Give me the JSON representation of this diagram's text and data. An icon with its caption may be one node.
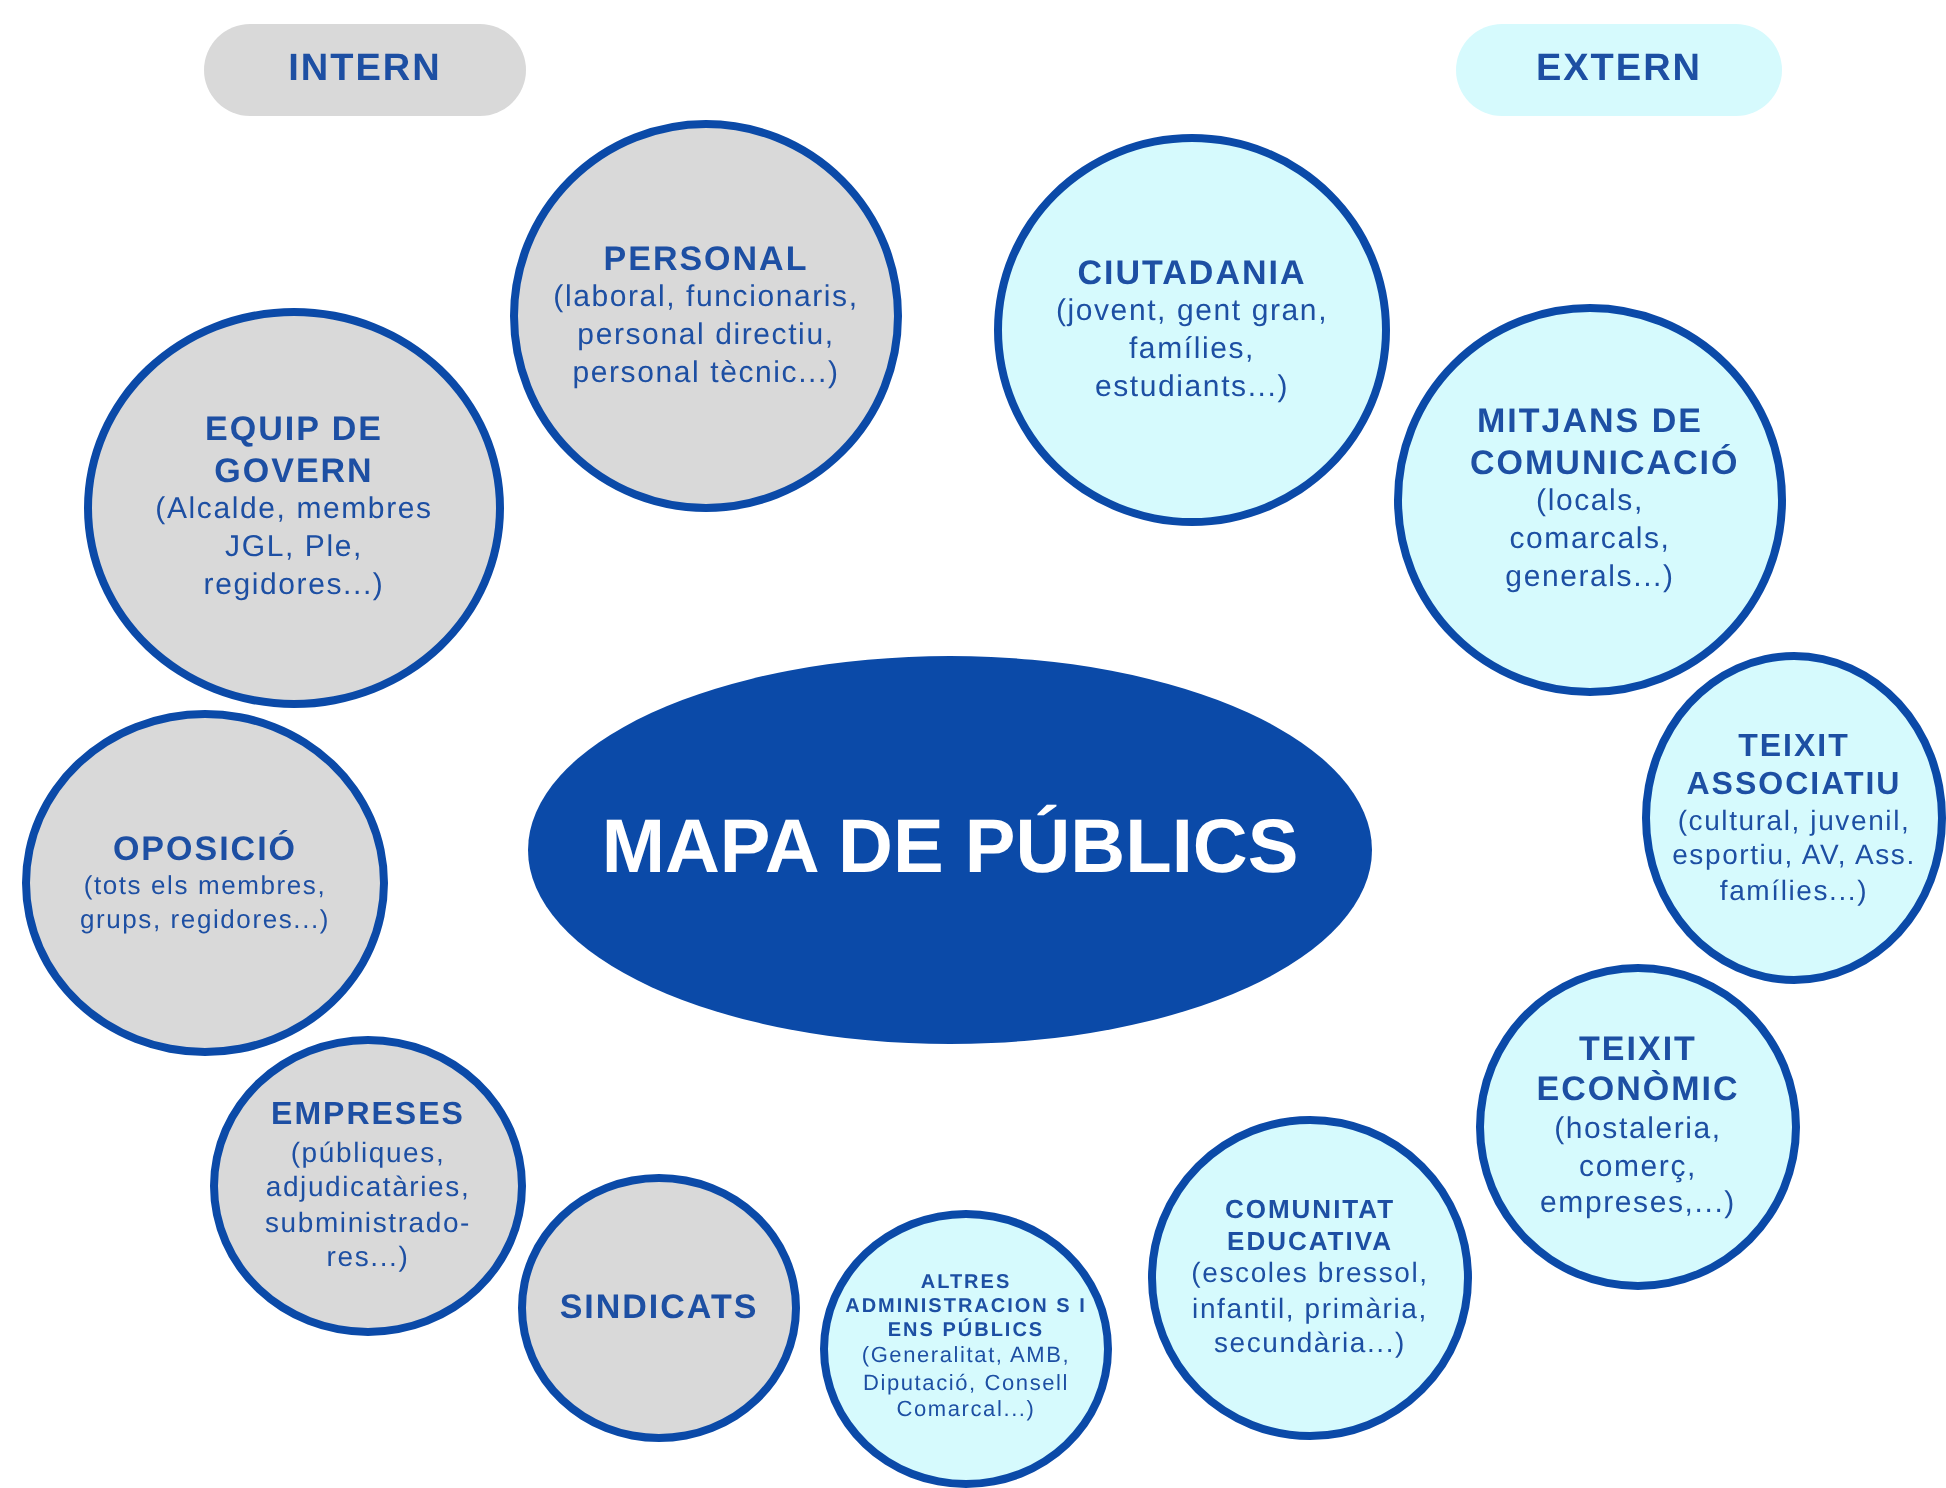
{
  "diagram": {
    "nodes": [
      {
        "text": [
          "INTERN"
        ]
      },
      {
        "text": [
          "EXTERN"
        ]
      },
      {
        "text": [
          "PERSONAL",
          "(laboral, funcionaris, personal directiu, personal tècnic...)"
        ]
      },
      {
        "text": [
          "CIUTADANIA",
          "(jovent, gent gran, famílies, estudiants...)"
        ]
      },
      {
        "text": [
          "EQUIP DE GOVERN",
          "(Alcalde, membres JGL, Ple, regidores...)"
        ]
      },
      {
        "text": [
          "MITJANS DE COMUNICACIÓ",
          "(locals, comarcals, generals...)"
        ]
      },
      {
        "text": [
          "MAPA DE PÚBLICS"
        ]
      },
      {
        "text": [
          "OPOSICIÓ",
          "(tots els membres, grups, regidores...)"
        ]
      },
      {
        "text": [
          "TEIXIT ASSOCIATIU",
          "(cultural, juvenil, esportiu, AV, Ass. famílies...)"
        ]
      },
      {
        "text": [
          "TEIXIT ECONÒMIC",
          "(hostaleria, comerç, empreses,...)"
        ]
      },
      {
        "text": [
          "EMPRESES",
          "(públiques, adjudicatàries, subministrado- res...)"
        ]
      },
      {
        "text": [
          "COMUNITAT EDUCATIVA",
          "(escoles bressol, infantil, primària, secundària...)"
        ]
      },
      {
        "text": [
          "SINDICATS"
        ]
      },
      {
        "text": [
          "ALTRES ADMINISTRACION S I ENS PÚBLICS",
          "(Generalitat, AMB, Diputació, Consell Comarcal...)"
        ]
      }
    ]
  }
}
